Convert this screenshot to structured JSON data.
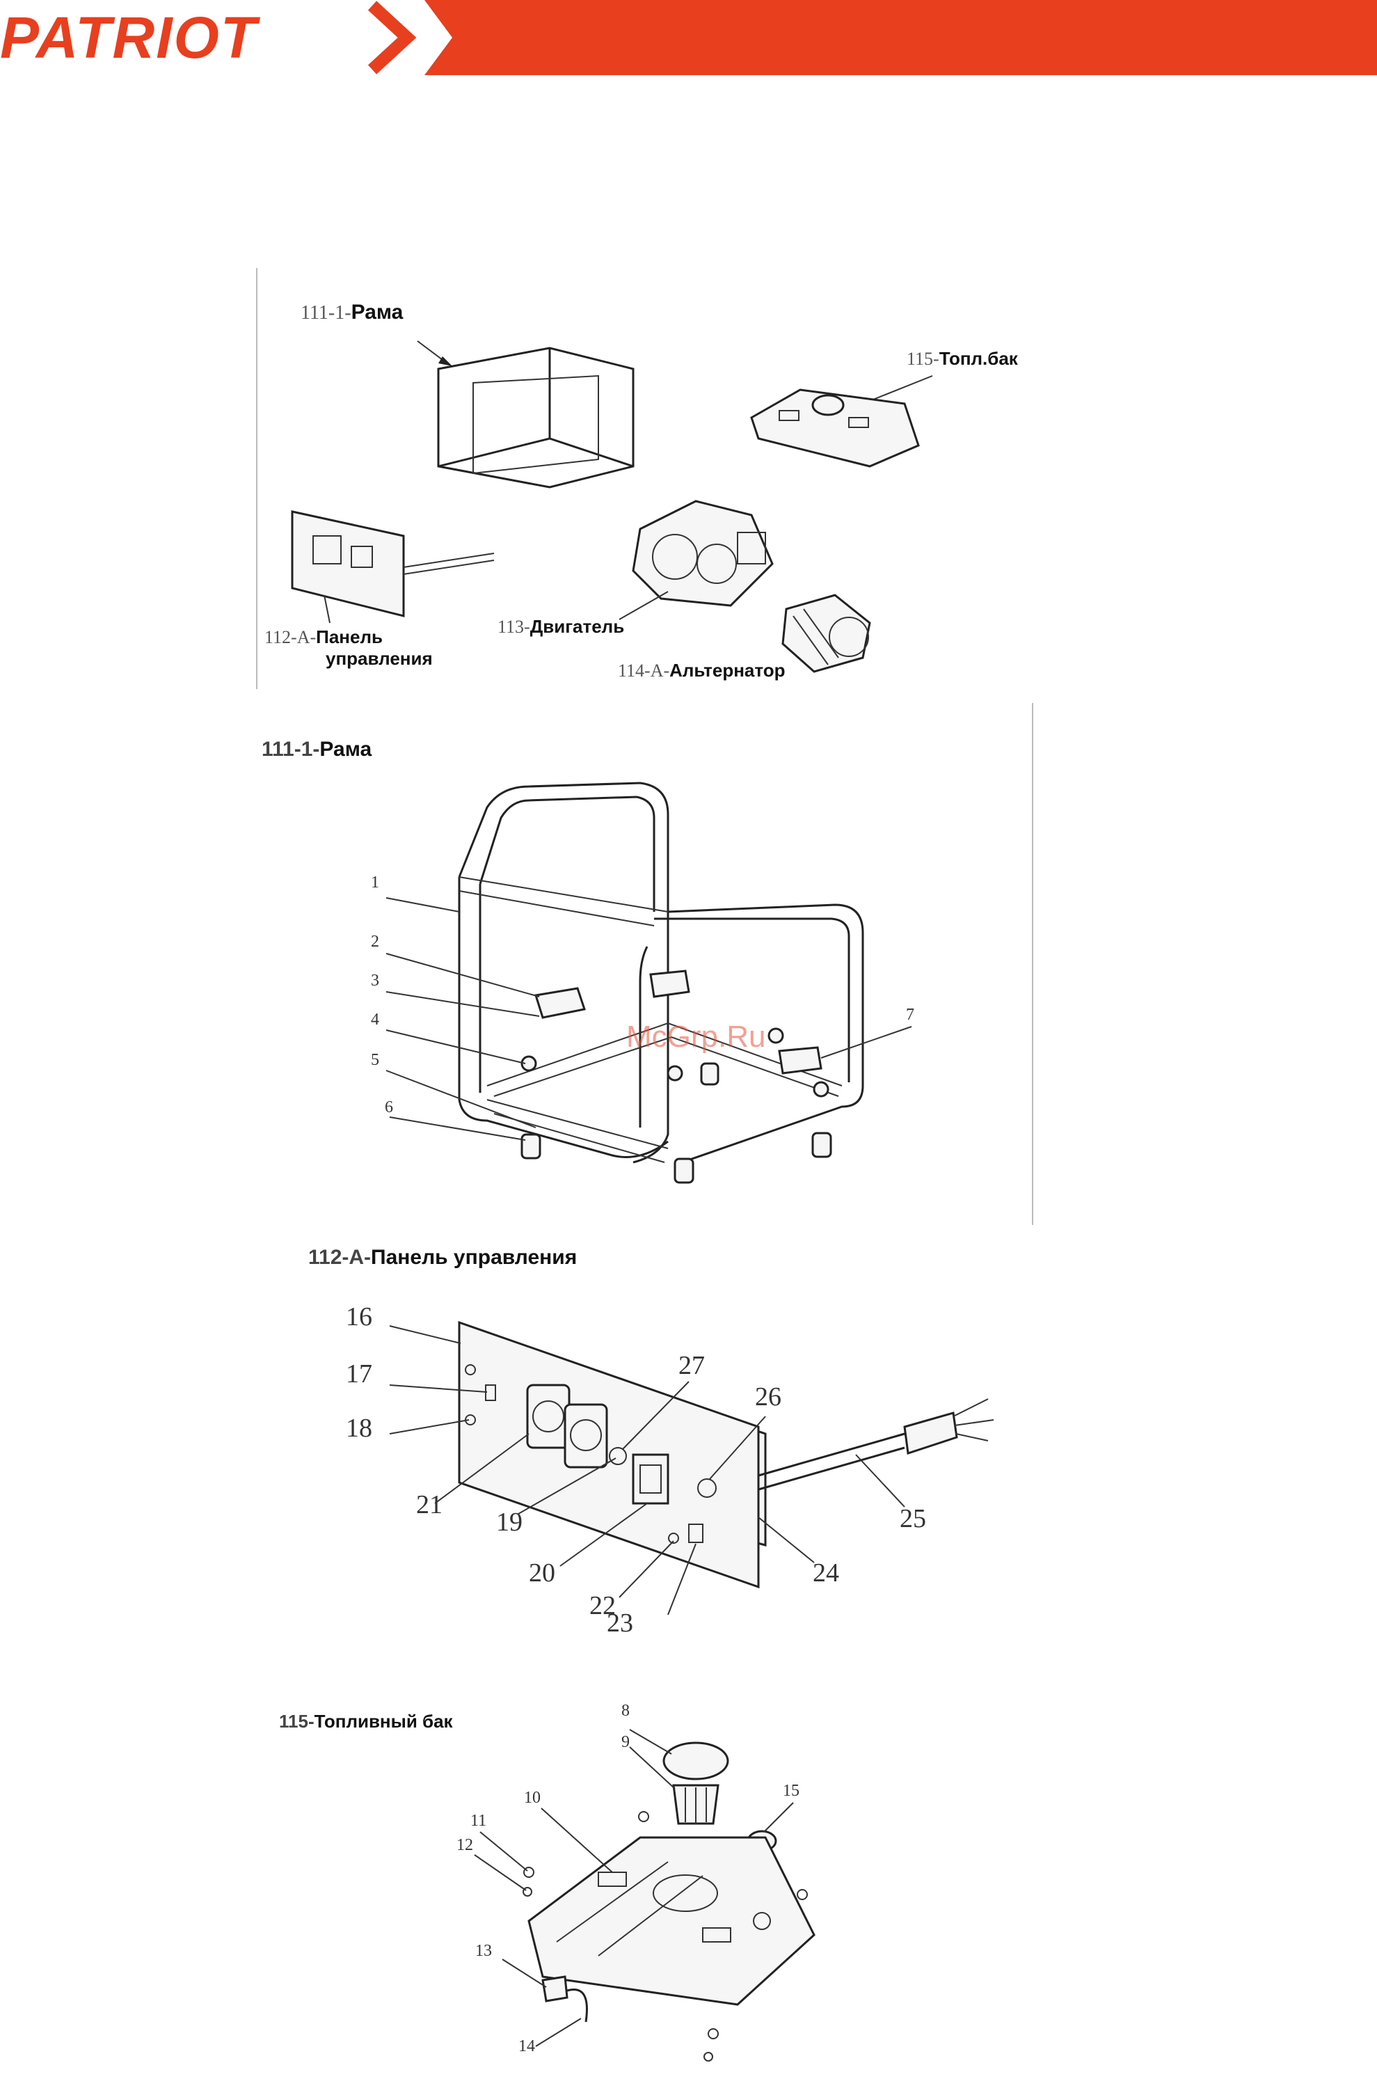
{
  "header": {
    "brand": "PATRIOT",
    "accent_color": "#e83f1f"
  },
  "overview": {
    "frame": {
      "code": "111-1-",
      "name": "Рама"
    },
    "tank": {
      "code": "115-",
      "name": "Топл.бак"
    },
    "panel": {
      "code": "112-A-",
      "name_line1": "Панель",
      "name_line2": "управления"
    },
    "engine": {
      "code": "113-",
      "name": "Двигатель"
    },
    "alternator": {
      "code": "114-A-",
      "name": "Альтернатор"
    }
  },
  "frame_section": {
    "title_code": "111-1-",
    "title_name": "Рама",
    "callouts": [
      "1",
      "2",
      "3",
      "4",
      "5",
      "6",
      "7"
    ]
  },
  "watermark": "McGrp.Ru",
  "panel_section": {
    "title_code": "112-A-",
    "title_name": "Панель управления",
    "callouts": [
      "16",
      "17",
      "18",
      "21",
      "19",
      "20",
      "22",
      "23",
      "24",
      "25",
      "26",
      "27"
    ]
  },
  "tank_section": {
    "title_code": "115-",
    "title_name": "Топливный бак",
    "callouts": [
      "8",
      "9",
      "10",
      "11",
      "12",
      "13",
      "14",
      "15"
    ]
  }
}
